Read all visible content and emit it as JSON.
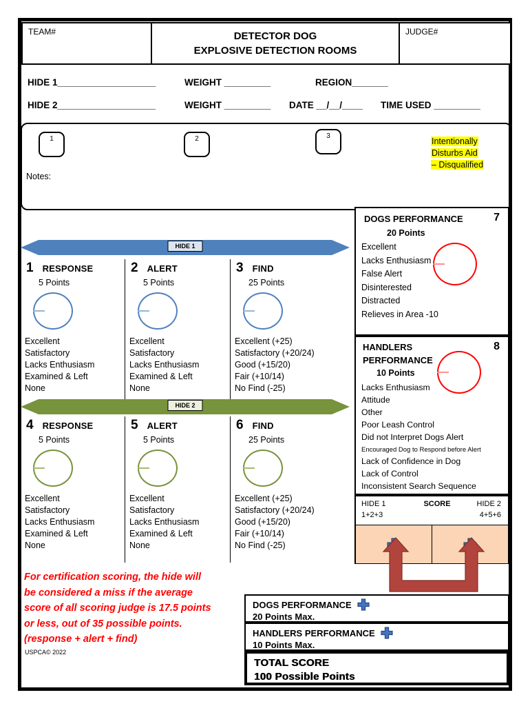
{
  "header": {
    "team": "TEAM#",
    "title1": "DETECTOR DOG",
    "title2": "EXPLOSIVE DETECTION ROOMS",
    "judge": "JUDGE#"
  },
  "fields": {
    "hide1": "HIDE 1___________________",
    "weight1": "WEIGHT _________",
    "region": "REGION_______",
    "hide2": "HIDE 2___________________",
    "weight2": "WEIGHT _________",
    "date": "DATE __/__/____",
    "time_used": "TIME USED _________"
  },
  "notes": {
    "label": "Notes:",
    "room_boxes": [
      "1",
      "2",
      "3"
    ],
    "warning_lines": [
      "Intentionally",
      "Disturbs Aid",
      "– Disqualified"
    ]
  },
  "hide1": {
    "banner": "HIDE 1",
    "columns": [
      {
        "num": "1",
        "title": "RESPONSE",
        "points": "5 Points",
        "options": [
          "Excellent",
          "Satisfactory",
          "Lacks Enthusiasm",
          "Examined & Left",
          "None"
        ]
      },
      {
        "num": "2",
        "title": "ALERT",
        "points": "5 Points",
        "options": [
          "Excellent",
          "Satisfactory",
          "Lacks Enthusiasm",
          "Examined & Left",
          "None"
        ]
      },
      {
        "num": "3",
        "title": "FIND",
        "points": "25 Points",
        "options": [
          "Excellent (+25)",
          "Satisfactory (+20/24)",
          "Good  (+15/20)",
          "Fair  (+10/14)",
          "No Find (-25)"
        ]
      }
    ]
  },
  "hide2": {
    "banner": "HIDE 2",
    "columns": [
      {
        "num": "4",
        "title": "RESPONSE",
        "points": "5 Points",
        "options": [
          "Excellent",
          "Satisfactory",
          "Lacks Enthusiasm",
          "Examined & Left",
          "None"
        ]
      },
      {
        "num": "5",
        "title": "ALERT",
        "points": "5 Points",
        "options": [
          "Excellent",
          "Satisfactory",
          "Lacks Enthusiasm",
          "Examined & Left",
          "None"
        ]
      },
      {
        "num": "6",
        "title": "FIND",
        "points": "25 Points",
        "options": [
          "Excellent (+25)",
          "Satisfactory (+20/24)",
          "Good  (+15/20)",
          "Fair  (+10/14)",
          "No Find (-25)"
        ]
      }
    ]
  },
  "dogs_performance": {
    "title": "DOGS PERFORMANCE",
    "number": "7",
    "points": "20 Points",
    "options": [
      "Excellent",
      "Lacks Enthusiasm",
      "False Alert",
      "Disinterested",
      "Distracted",
      "Relieves in Area  -10"
    ]
  },
  "handlers_performance": {
    "title1": "HANDLERS",
    "title2": "PERFORMANCE",
    "number": "8",
    "points": "10 Points",
    "options": [
      "Lacks Enthusiasm",
      "Attitude",
      "Other",
      "Poor Leash Control",
      "Did not Interpret Dogs Alert",
      "Encouraged Dog to Respond before Alert",
      "Lack of Confidence in Dog",
      "Lack of Control",
      "Inconsistent Search Sequence"
    ]
  },
  "score_table": {
    "col1": "HIDE 1",
    "col2": "SCORE",
    "col3": "HIDE 2",
    "sum1": "1+2+3",
    "sum2": "4+5+6"
  },
  "totals": {
    "dogs_title": "DOGS PERFORMANCE",
    "dogs_max": "20 Points Max.",
    "handlers_title": "HANDLERS PERFORMANCE",
    "handlers_max": "10 Points Max.",
    "total_title": "TOTAL SCORE",
    "total_points": "100 Possible Points"
  },
  "certification_note": {
    "lines": [
      "For certification scoring,  the hide will",
      "be considered a miss if the average",
      "score of all scoring judge is 17.5 points",
      "or less,  out of 35 possible points.",
      "(response + alert + find)"
    ]
  },
  "copyright": "USPCA© 2022",
  "colors": {
    "hide1_accent": "#4f81bd",
    "hide2_accent": "#77933c",
    "performance_circle": "#ff0000",
    "score_cell_bg": "#fbd5b5",
    "warning_highlight": "#ffff00",
    "note_red": "#ff0000",
    "plus_blue": "#4472c4",
    "arrow_red": "#b2443e"
  }
}
